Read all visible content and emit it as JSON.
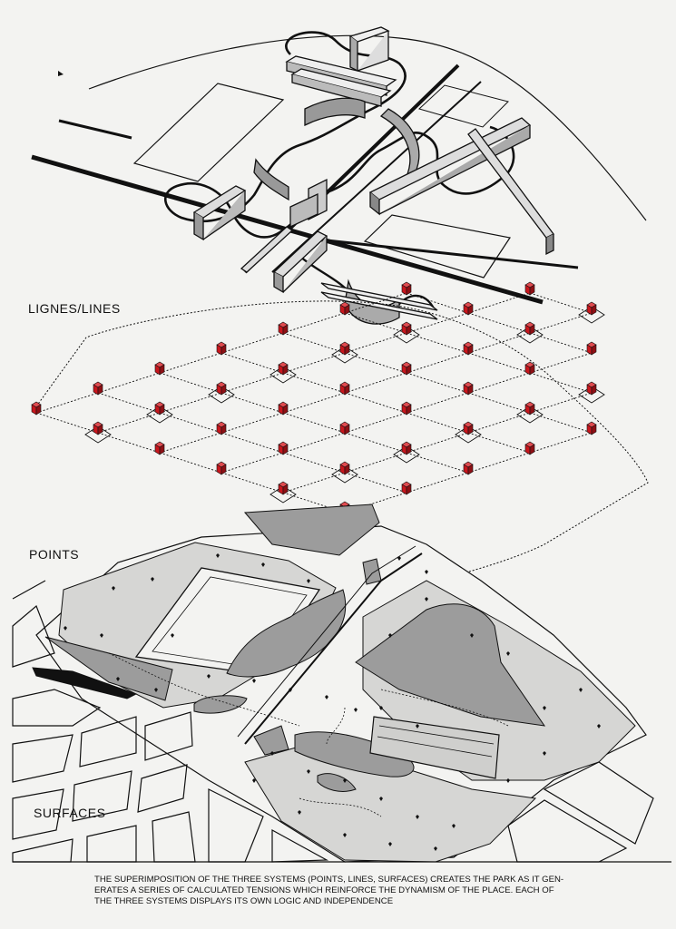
{
  "labels": {
    "lines": "LIGNES/LINES",
    "points": "POINTS",
    "surfaces": "SURFACES"
  },
  "caption": {
    "line1": "THE SUPERIMPOSITION OF THE THREE SYSTEMS (POINTS, LINES, SURFACES) CREATES THE PARK AS IT GEN-",
    "line2": "ERATES A SERIES OF CALCULATED TENSIONS WHICH REINFORCE THE DYNAMISM OF THE PLACE.  EACH OF",
    "line3": "THE THREE SYSTEMS DISPLAYS ITS OWN LOGIC AND INDEPENDENCE"
  },
  "colors": {
    "background": "#f3f3f1",
    "ink": "#111111",
    "folie_red": "#c8161d",
    "surface_gray": "#9c9c9c",
    "surface_light": "#d6d6d4"
  }
}
